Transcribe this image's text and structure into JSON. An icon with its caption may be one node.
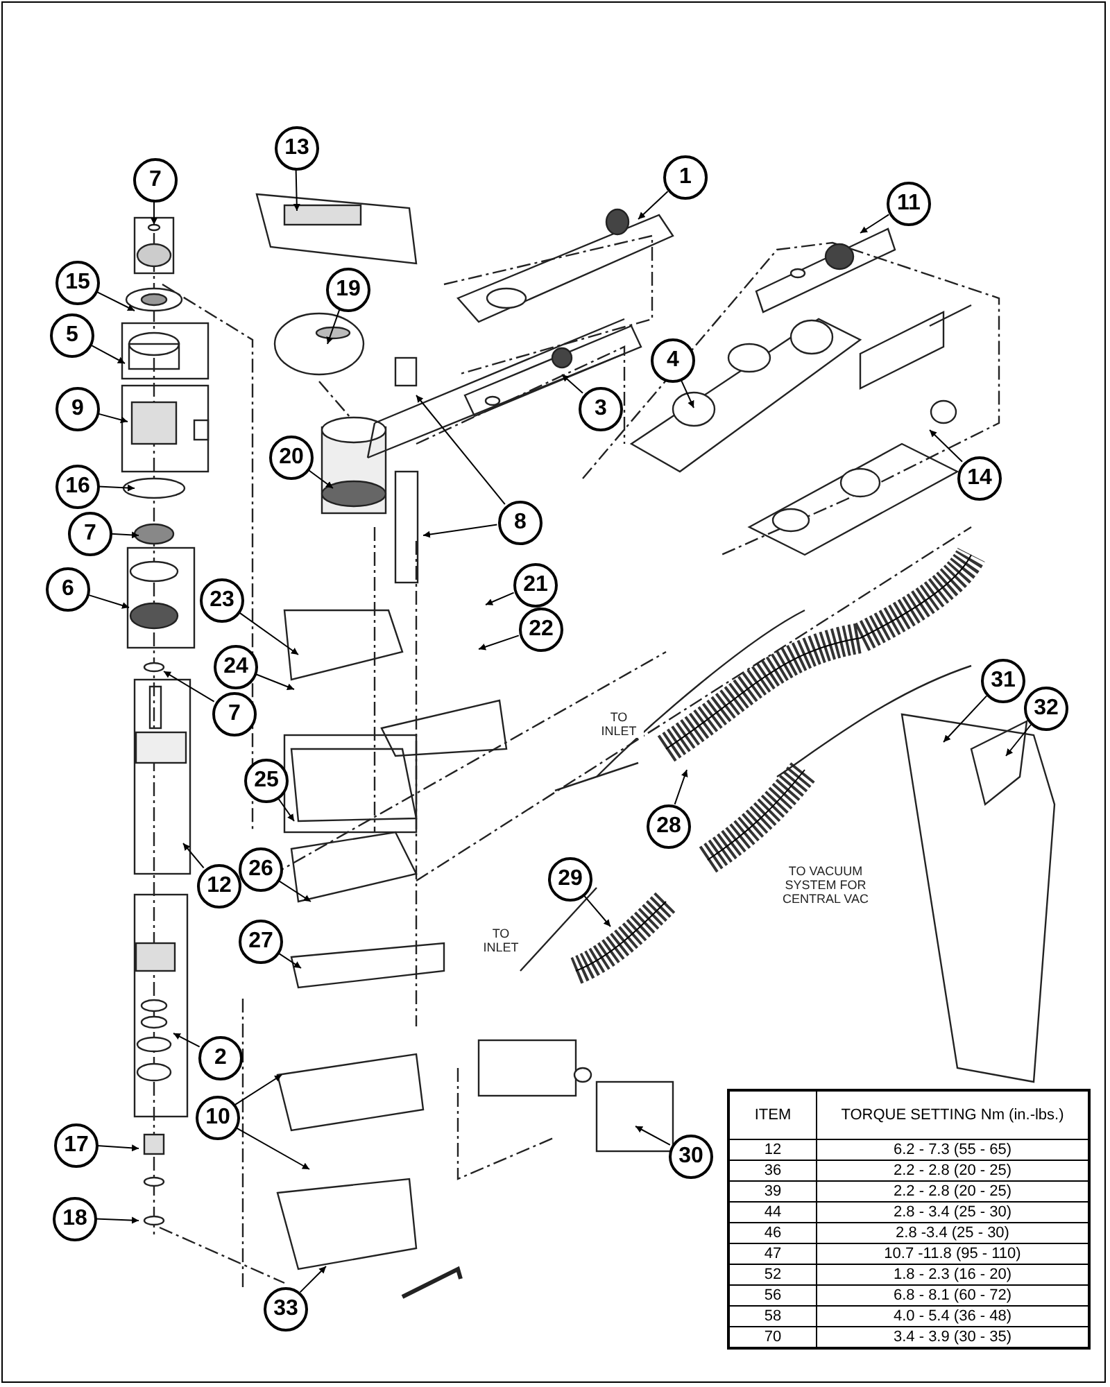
{
  "diagram": {
    "nodes": [
      {
        "text": [
          "13"
        ]
      },
      {
        "text": [
          "7"
        ]
      },
      {
        "text": [
          "1"
        ]
      },
      {
        "text": [
          "11"
        ]
      },
      {
        "text": [
          "15"
        ]
      },
      {
        "text": [
          "19"
        ]
      },
      {
        "text": [
          "5"
        ]
      },
      {
        "text": [
          "4"
        ]
      },
      {
        "text": [
          "3"
        ]
      },
      {
        "text": [
          "9"
        ]
      },
      {
        "text": [
          "20"
        ]
      },
      {
        "text": [
          "14"
        ]
      },
      {
        "text": [
          "16"
        ]
      },
      {
        "text": [
          "8"
        ]
      },
      {
        "text": [
          "7"
        ]
      },
      {
        "text": [
          "6"
        ]
      },
      {
        "text": [
          "21"
        ]
      },
      {
        "text": [
          "23"
        ]
      },
      {
        "text": [
          "22"
        ]
      },
      {
        "text": [
          "24"
        ]
      },
      {
        "text": [
          "7"
        ]
      },
      {
        "text": [
          "31"
        ]
      },
      {
        "text": [
          "32"
        ]
      },
      {
        "text": [
          "25"
        ]
      },
      {
        "text": [
          "28"
        ]
      },
      {
        "text": [
          "26"
        ]
      },
      {
        "text": [
          "12"
        ]
      },
      {
        "text": [
          "29"
        ]
      },
      {
        "text": [
          "27"
        ]
      },
      {
        "text": [
          "2"
        ]
      },
      {
        "text": [
          "10"
        ]
      },
      {
        "text": [
          "17"
        ]
      },
      {
        "text": [
          "30"
        ]
      },
      {
        "text": [
          "18"
        ]
      },
      {
        "text": [
          "33"
        ]
      }
    ],
    "edges": [
      {
        "from": 0,
        "to": null,
        "arrow": "to"
      },
      {
        "from": 1,
        "to": null,
        "arrow": "to"
      },
      {
        "from": 2,
        "to": null,
        "arrow": "to"
      },
      {
        "from": 3,
        "to": null,
        "arrow": "to"
      },
      {
        "from": 4,
        "to": null,
        "arrow": "to"
      },
      {
        "from": 5,
        "to": null,
        "arrow": "to"
      },
      {
        "from": 6,
        "to": null,
        "arrow": "to"
      },
      {
        "from": 7,
        "to": null,
        "arrow": "to"
      },
      {
        "from": 8,
        "to": null,
        "arrow": "to"
      },
      {
        "from": 9,
        "to": null,
        "arrow": "to"
      },
      {
        "from": 10,
        "to": null,
        "arrow": "to"
      },
      {
        "from": 11,
        "to": null,
        "arrow": "to"
      },
      {
        "from": 12,
        "to": null,
        "arrow": "to"
      },
      {
        "from": 13,
        "to": null,
        "arrow": "to"
      },
      {
        "from": 13,
        "to": null,
        "arrow": "to"
      },
      {
        "from": 14,
        "to": null,
        "arrow": "to"
      },
      {
        "from": 15,
        "to": null,
        "arrow": "to"
      },
      {
        "from": 16,
        "to": null,
        "arrow": "to"
      },
      {
        "from": 17,
        "to": null,
        "arrow": "to"
      },
      {
        "from": 18,
        "to": null,
        "arrow": "to"
      },
      {
        "from": 19,
        "to": null,
        "arrow": "to"
      },
      {
        "from": 20,
        "to": null,
        "arrow": "to"
      },
      {
        "from": 21,
        "to": null,
        "arrow": "to"
      },
      {
        "from": 22,
        "to": null,
        "arrow": "to"
      },
      {
        "from": 23,
        "to": null,
        "arrow": "to"
      },
      {
        "from": 24,
        "to": null,
        "arrow": "to"
      },
      {
        "from": 25,
        "to": null,
        "arrow": "to"
      },
      {
        "from": 26,
        "to": null,
        "arrow": "to"
      },
      {
        "from": 27,
        "to": null,
        "arrow": "to"
      },
      {
        "from": 28,
        "to": null,
        "arrow": "to"
      },
      {
        "from": 29,
        "to": null,
        "arrow": "to"
      },
      {
        "from": 30,
        "to": null,
        "arrow": "to"
      },
      {
        "from": 30,
        "to": null,
        "arrow": "to"
      },
      {
        "from": 31,
        "to": null,
        "arrow": "to"
      },
      {
        "from": 32,
        "to": null,
        "arrow": "to"
      },
      {
        "from": 33,
        "to": null,
        "arrow": "to"
      },
      {
        "from": 34,
        "to": null,
        "arrow": "to"
      }
    ],
    "labels": [
      "TO INLET",
      "TO VACUUM SYSTEM FOR CENTRAL VAC",
      "TO INLET",
      "ITEM",
      "TORQUE SETTING Nm (in.-lbs.)",
      "12",
      "6.2 - 7.3 (55 - 65)",
      "36",
      "2.2 - 2.8 (20 - 25)",
      "39",
      "2.2 - 2.8 (20 - 25)",
      "44",
      "2.8 - 3.4 (25 - 30)",
      "46",
      "2.8 -3.4 (25 - 30)",
      "47",
      "10.7 -11.8 (95 - 110)",
      "52",
      "1.8 - 2.3 (16 - 20)",
      "56",
      "6.8 - 8.1 (60 - 72)",
      "58",
      "4.0 - 5.4 (36 - 48)",
      "70",
      "3.4 - 3.9 (30 - 35)"
    ]
  }
}
